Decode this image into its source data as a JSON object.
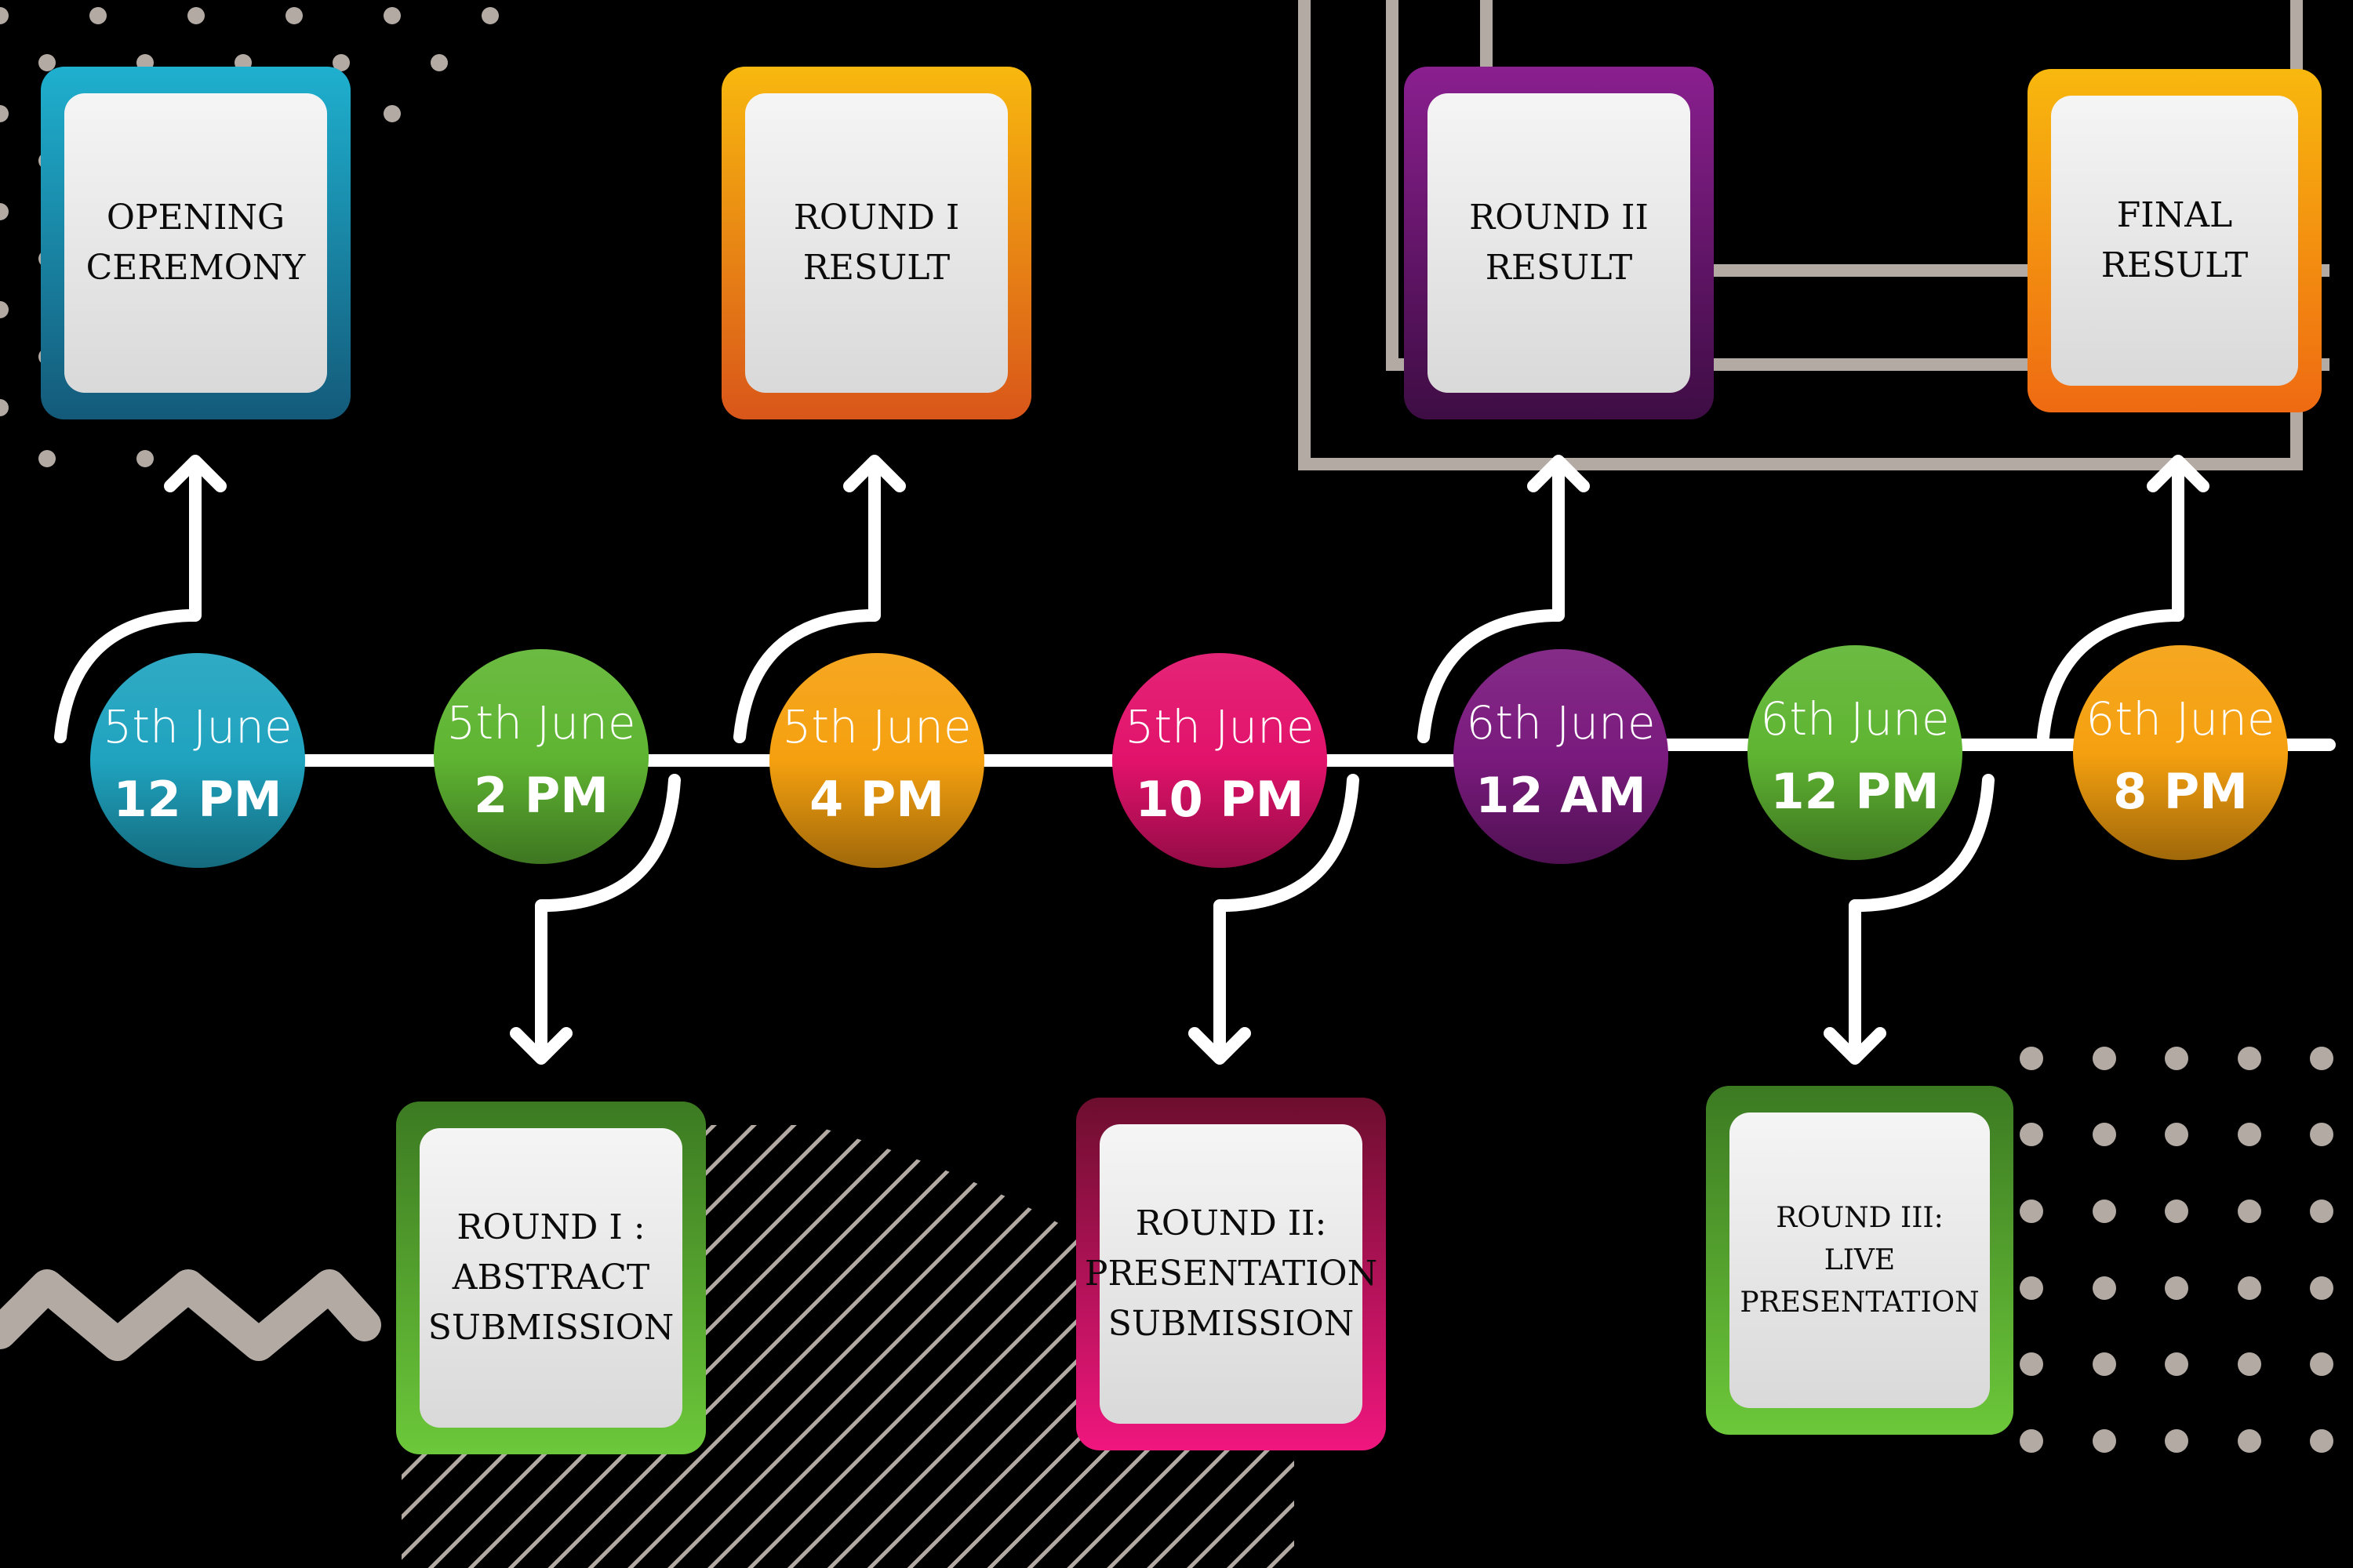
{
  "timeline": {
    "nodes": [
      {
        "date": "5th June",
        "time": "12 PM",
        "color": "#1fa3bf"
      },
      {
        "date": "5th June",
        "time": "2 PM",
        "color": "#5fb532"
      },
      {
        "date": "5th June",
        "time": "4 PM",
        "color": "#f5a00f"
      },
      {
        "date": "5th June",
        "time": "10 PM",
        "color": "#e2126b"
      },
      {
        "date": "6th June",
        "time": "12 AM",
        "color": "#7a1a7e"
      },
      {
        "date": "6th June",
        "time": "12 PM",
        "color": "#5fb532"
      },
      {
        "date": "6th June",
        "time": "8 PM",
        "color": "#f5a00f"
      }
    ],
    "events": [
      {
        "label": "OPENING\nCEREMONY",
        "color_top": "#1fb0cf",
        "color_bottom": "#145a7a"
      },
      {
        "label": "ROUND I :\nABSTRACT\nSUBMISSION",
        "color_top": "#3c7a22",
        "color_bottom": "#6cc83a"
      },
      {
        "label": "ROUND I\nRESULT",
        "color_top": "#f8b80e",
        "color_bottom": "#d9561a"
      },
      {
        "label": "ROUND II:\nPRESENTATION\nSUBMISSION",
        "color_top": "#6d0e2e",
        "color_bottom": "#f0167e"
      },
      {
        "label": "ROUND II\nRESULT",
        "color_top": "#8a1f8f",
        "color_bottom": "#3e0d44"
      },
      {
        "label": "ROUND III:\nLIVE\nPRESENTATION",
        "color_top": "#3c7a22",
        "color_bottom": "#6cc83a"
      },
      {
        "label": "FINAL\nRESULT",
        "color_top": "#f8b80e",
        "color_bottom": "#ef6a12"
      }
    ]
  },
  "colors": {
    "background": "#000000",
    "line": "#ffffff",
    "decor": "#b3aaa4"
  }
}
